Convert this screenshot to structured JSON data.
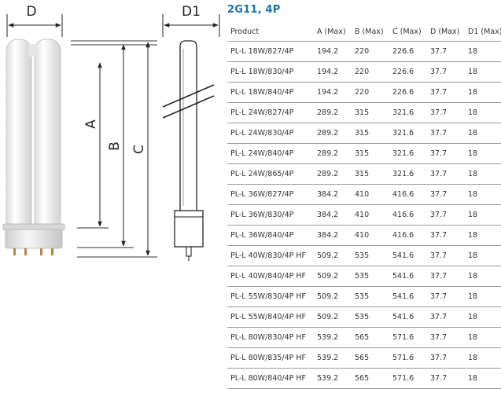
{
  "drawing": {
    "labels": {
      "d": "D",
      "d1": "D1",
      "a": "A",
      "b": "B",
      "c": "C"
    }
  },
  "spec": {
    "title": "2G11, 4P",
    "columns": [
      "Product",
      "A (Max)",
      "B (Max)",
      "C (Max)",
      "D (Max)",
      "D1 (Max)"
    ],
    "rows": [
      [
        "PL-L 18W/827/4P",
        "194.2",
        "220",
        "226.6",
        "37.7",
        "18"
      ],
      [
        "PL-L 18W/830/4P",
        "194.2",
        "220",
        "226.6",
        "37.7",
        "18"
      ],
      [
        "PL-L 18W/840/4P",
        "194.2",
        "220",
        "226.6",
        "37.7",
        "18"
      ],
      [
        "PL-L 24W/827/4P",
        "289.2",
        "315",
        "321.6",
        "37.7",
        "18"
      ],
      [
        "PL-L 24W/830/4P",
        "289.2",
        "315",
        "321.6",
        "37.7",
        "18"
      ],
      [
        "PL-L 24W/840/4P",
        "289.2",
        "315",
        "321.6",
        "37.7",
        "18"
      ],
      [
        "PL-L 24W/865/4P",
        "289.2",
        "315",
        "321.6",
        "37.7",
        "18"
      ],
      [
        "PL-L 36W/827/4P",
        "384.2",
        "410",
        "416.6",
        "37.7",
        "18"
      ],
      [
        "PL-L 36W/830/4P",
        "384.2",
        "410",
        "416.6",
        "37.7",
        "18"
      ],
      [
        "PL-L 36W/840/4P",
        "384.2",
        "410",
        "416.6",
        "37.7",
        "18"
      ],
      [
        "PL-L 40W/830/4P HF",
        "509.2",
        "535",
        "541.6",
        "37.7",
        "18"
      ],
      [
        "PL-L 40W/840/4P HF",
        "509.2",
        "535",
        "541.6",
        "37.7",
        "18"
      ],
      [
        "PL-L 55W/830/4P HF",
        "509.2",
        "535",
        "541.6",
        "37.7",
        "18"
      ],
      [
        "PL-L 55W/840/4P HF",
        "509.2",
        "535",
        "541.6",
        "37.7",
        "18"
      ],
      [
        "PL-L 80W/830/4P HF",
        "539.2",
        "565",
        "571.6",
        "37.7",
        "18"
      ],
      [
        "PL-L 80W/835/4P HF",
        "539.2",
        "565",
        "571.6",
        "37.7",
        "18"
      ],
      [
        "PL-L 80W/840/4P HF",
        "539.2",
        "565",
        "571.6",
        "37.7",
        "18"
      ]
    ]
  }
}
